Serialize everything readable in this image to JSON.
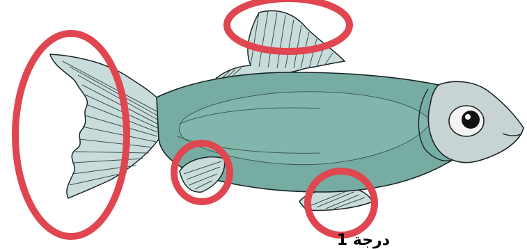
{
  "image": {
    "subject": "fish",
    "highlighted_parts": [
      "dorsal-fin",
      "tail-fin",
      "pectoral-fin",
      "anal-fin"
    ]
  },
  "caption": "درجة 1",
  "colors": {
    "body": "#77aca3",
    "body_dark": "#5f948b",
    "fin": "#c9dcdc",
    "head": "#c8d4d4",
    "outline": "#1a2424",
    "highlight_ring": "#e0464f"
  }
}
